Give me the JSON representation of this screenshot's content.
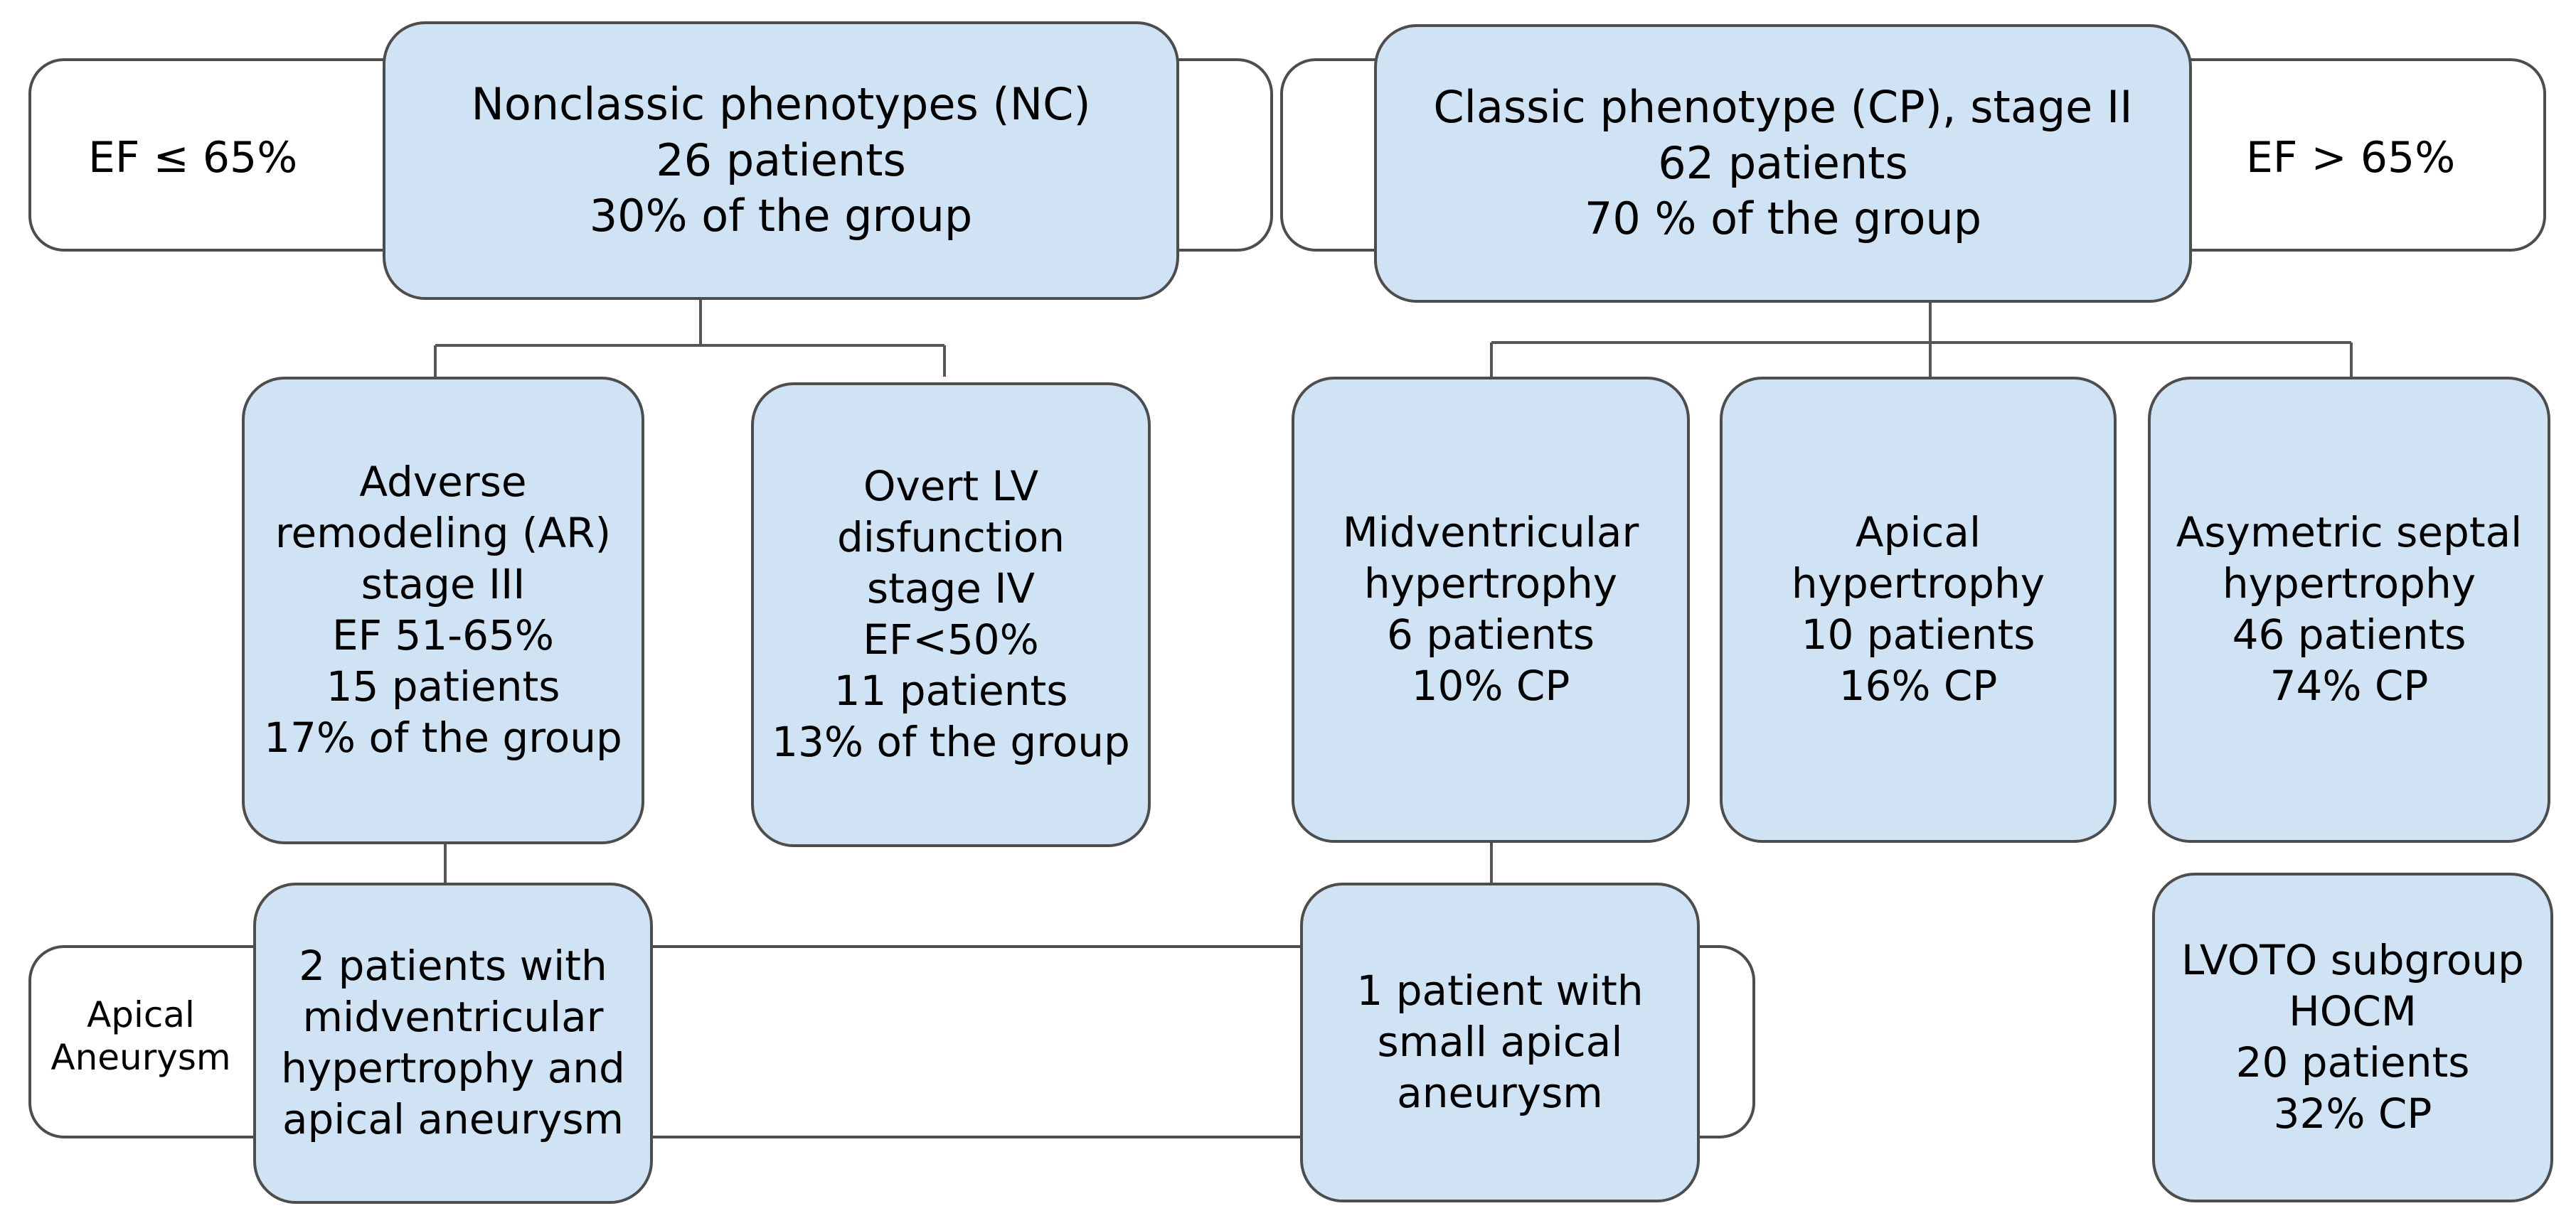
{
  "colors": {
    "box_fill": "#cfe3f4",
    "border": "#4d4d4d",
    "connector": "#555555"
  },
  "left_band": {
    "label": "EF ≤ 65%"
  },
  "right_band": {
    "label": "EF > 65%"
  },
  "bottom_band": {
    "label_lines": [
      "Apical",
      "Aneurysm"
    ]
  },
  "nc": {
    "lines": [
      "Nonclassic phenotypes (NC)",
      "26 patients",
      "30% of the group"
    ]
  },
  "cp": {
    "lines": [
      "Classic phenotype (CP), stage II",
      "62 patients",
      "70 % of the group"
    ]
  },
  "ar": {
    "lines": [
      "Adverse",
      "remodeling (AR)",
      "stage III",
      "EF 51-65%",
      "15 patients",
      "17% of the group"
    ]
  },
  "lv": {
    "lines": [
      "Overt LV",
      "disfunction",
      "stage IV",
      "EF<50%",
      "11 patients",
      "13% of the group"
    ]
  },
  "mid": {
    "lines": [
      "Midventricular",
      "hypertrophy",
      "6 patients",
      "10% CP"
    ]
  },
  "apical": {
    "lines": [
      "Apical",
      "hypertrophy",
      "10 patients",
      "16% CP"
    ]
  },
  "asym": {
    "lines": [
      "Asymetric septal",
      "hypertrophy",
      "46 patients",
      "74% CP"
    ]
  },
  "aneur1": {
    "lines": [
      "2 patients with",
      "midventricular",
      "hypertrophy and",
      "apical aneurysm"
    ]
  },
  "aneur2": {
    "lines": [
      "1 patient with",
      "small apical",
      "aneurysm"
    ]
  },
  "lvoto": {
    "lines": [
      "LVOTO subgroup",
      "HOCM",
      "20 patients",
      "32% CP"
    ]
  }
}
